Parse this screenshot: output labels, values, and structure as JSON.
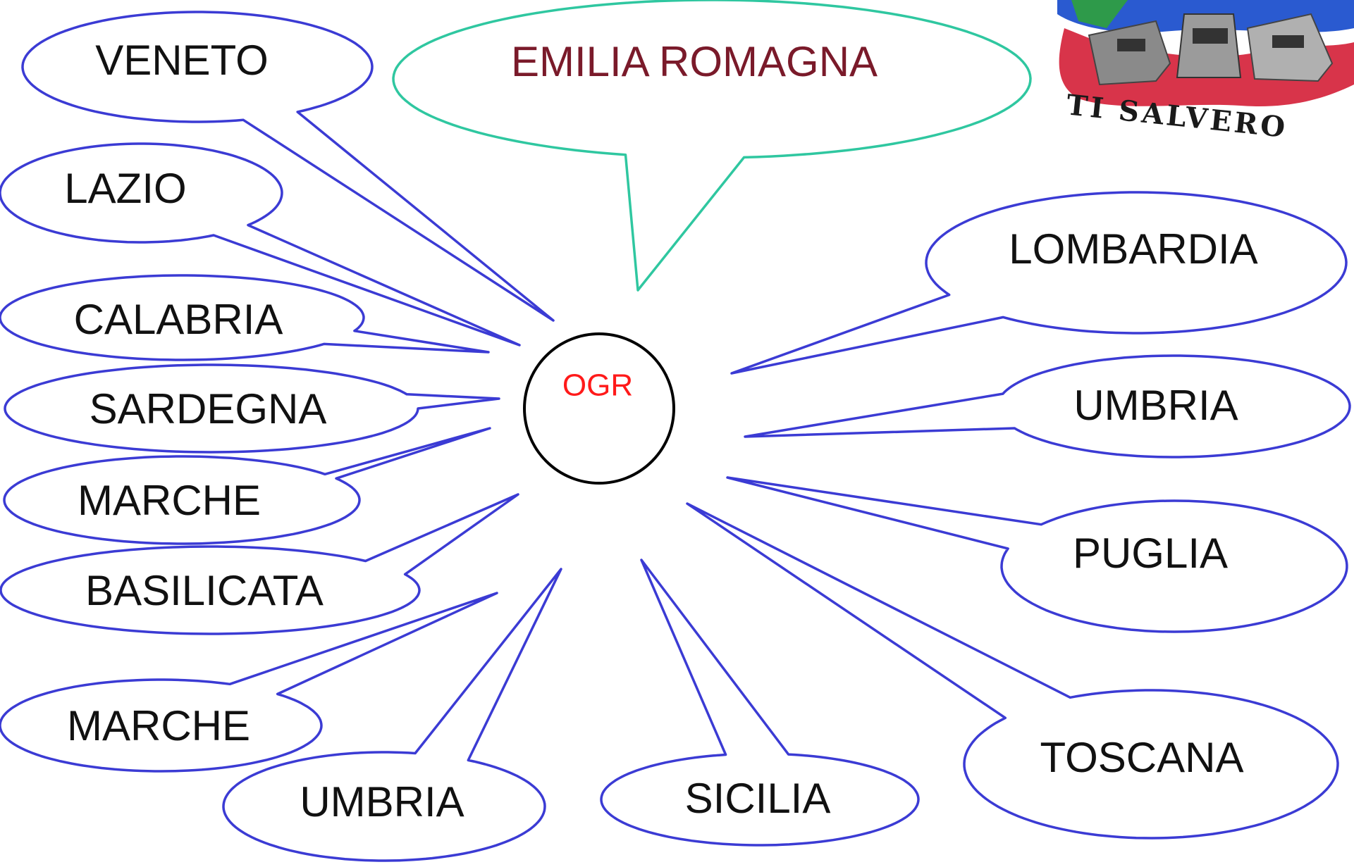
{
  "center": {
    "label": "OGR",
    "label_color": "#ff1a1a"
  },
  "colors": {
    "bubble_stroke": "#3b3bd4",
    "highlight_stroke": "#2fc7a0",
    "text": "#111111",
    "highlight_text": "#7a1a2a"
  },
  "bubbles": [
    {
      "id": "veneto",
      "label": "VENETO"
    },
    {
      "id": "emilia-romagna",
      "label": "EMILIA ROMAGNA",
      "highlight": true
    },
    {
      "id": "lazio",
      "label": "LAZIO"
    },
    {
      "id": "calabria",
      "label": "CALABRIA"
    },
    {
      "id": "sardegna",
      "label": "SARDEGNA"
    },
    {
      "id": "marche-1",
      "label": "MARCHE"
    },
    {
      "id": "basilicata",
      "label": "BASILICATA"
    },
    {
      "id": "marche-2",
      "label": "MARCHE"
    },
    {
      "id": "umbria-bottom",
      "label": "UMBRIA"
    },
    {
      "id": "sicilia",
      "label": "SICILIA"
    },
    {
      "id": "toscana",
      "label": "TOSCANA"
    },
    {
      "id": "puglia",
      "label": "PUGLIA"
    },
    {
      "id": "umbria-right",
      "label": "UMBRIA"
    },
    {
      "id": "lombardia",
      "label": "LOMBARDIA"
    }
  ],
  "logo": {
    "lettering": "TI SALVERO"
  }
}
